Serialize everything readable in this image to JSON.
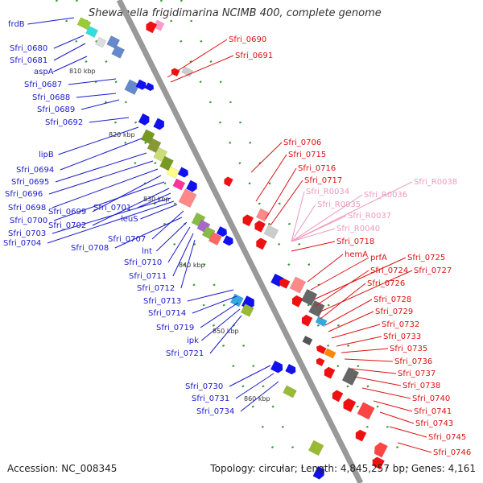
{
  "title": "Shewanella frigidimarina NCIMB 400, complete genome",
  "accession_text": "Accession: NC_008345",
  "summary_text": "Topology: circular; Length: 4,845,257 bp; Genes: 4,161",
  "colors": {
    "backbone": "#999999",
    "left_label": "#1a1acc",
    "right_label": "#dd1111",
    "rna_label": "#ee99bb",
    "tick": "#339933"
  },
  "kbp_ticks": [
    "810 kbp",
    "820 kbp",
    "830 kbp",
    "840 kbp",
    "850 kbp",
    "860 kbp"
  ],
  "left_genes": [
    "frdB",
    "Sfri_0680",
    "Sfri_0681",
    "aspA",
    "Sfri_0687",
    "Sfri_0688",
    "Sfri_0689",
    "Sfri_0692",
    "lipB",
    "Sfri_0694",
    "Sfri_0695",
    "Sfri_0696",
    "Sfri_0698",
    "Sfri_0699",
    "Sfri_0700",
    "Sfri_0702",
    "Sfri_0701",
    "Sfri_0703",
    "Sfri_0704",
    "leuS",
    "Sfri_0707",
    "Sfri_0708",
    "lnt",
    "Sfri_0710",
    "Sfri_0711",
    "Sfri_0712",
    "Sfri_0713",
    "Sfri_0714",
    "Sfri_0719",
    "ipk",
    "Sfri_0721",
    "Sfri_0730",
    "Sfri_0731",
    "Sfri_0734"
  ],
  "right_genes": [
    "Sfri_0690",
    "Sfri_0691",
    "Sfri_0706",
    "Sfri_0715",
    "Sfri_0716",
    "Sfri_0717",
    "Sfri_0718",
    "hemA",
    "prfA",
    "Sfri_0725",
    "Sfri_0724",
    "Sfri_0727",
    "Sfri_0726",
    "Sfri_0728",
    "Sfri_0729",
    "Sfri_0732",
    "Sfri_0733",
    "Sfri_0735",
    "Sfri_0736",
    "Sfri_0737",
    "Sfri_0738",
    "Sfri_0740",
    "Sfri_0741",
    "Sfri_0743",
    "Sfri_0745",
    "Sfri_0746"
  ],
  "rna_genes": [
    "Sfri_R0038",
    "Sfri_R0034",
    "Sfri_R0036",
    "Sfri_R0035",
    "Sfri_R0037",
    "Sfri_R0040"
  ]
}
